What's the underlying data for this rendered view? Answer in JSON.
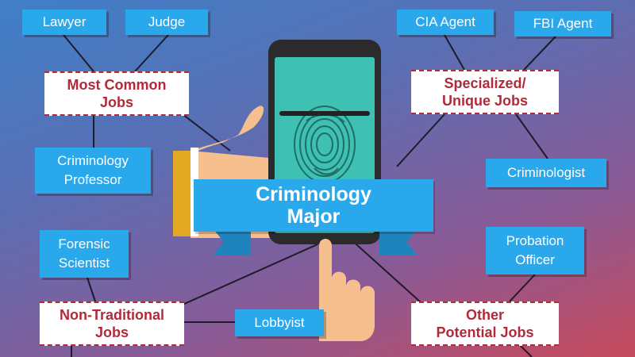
{
  "center": {
    "label": "Criminology\nMajor"
  },
  "categories": {
    "most_common": "Most Common\nJobs",
    "specialized": "Specialized/\nUnique Jobs",
    "non_traditional": "Non-Traditional\nJobs",
    "other": "Other\nPotential Jobs"
  },
  "jobs": {
    "lawyer": "Lawyer",
    "judge": "Judge",
    "cia_agent": "CIA Agent",
    "fbi_agent": "FBI Agent",
    "criminology_professor": "Criminology\nProfessor",
    "criminologist": "Criminologist",
    "forensic_scientist": "Forensic\nScientist",
    "probation_officer": "Probation\nOfficer",
    "lobbyist": "Lobbyist"
  },
  "colors": {
    "box_blue": "#2aa8ec",
    "category_red": "#b22a3a",
    "screen_teal": "#3ec1b3",
    "cuff_yellow": "#e3a923",
    "skin": "#f6c08e"
  },
  "icons": [
    "fingerprint-icon",
    "smartphone-icon",
    "hand-icon"
  ]
}
